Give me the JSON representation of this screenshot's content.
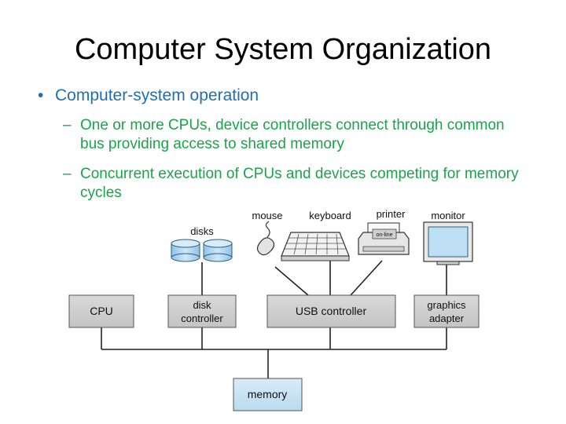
{
  "slide": {
    "title": "Computer System Organization",
    "bullet": "Computer-system operation",
    "sub_bullets": [
      "One or more CPUs, device controllers connect through common bus providing access to shared memory",
      "Concurrent execution of CPUs and devices competing for memory cycles"
    ]
  },
  "diagram": {
    "labels": {
      "disks": "disks",
      "mouse": "mouse",
      "keyboard": "keyboard",
      "printer": "printer",
      "monitor": "monitor",
      "printer_panel": "on-line"
    },
    "boxes": {
      "cpu": "CPU",
      "disk_controller_1": "disk",
      "disk_controller_2": "controller",
      "usb_controller": "USB controller",
      "graphics_adapter_1": "graphics",
      "graphics_adapter_2": "adapter",
      "memory": "memory"
    }
  }
}
